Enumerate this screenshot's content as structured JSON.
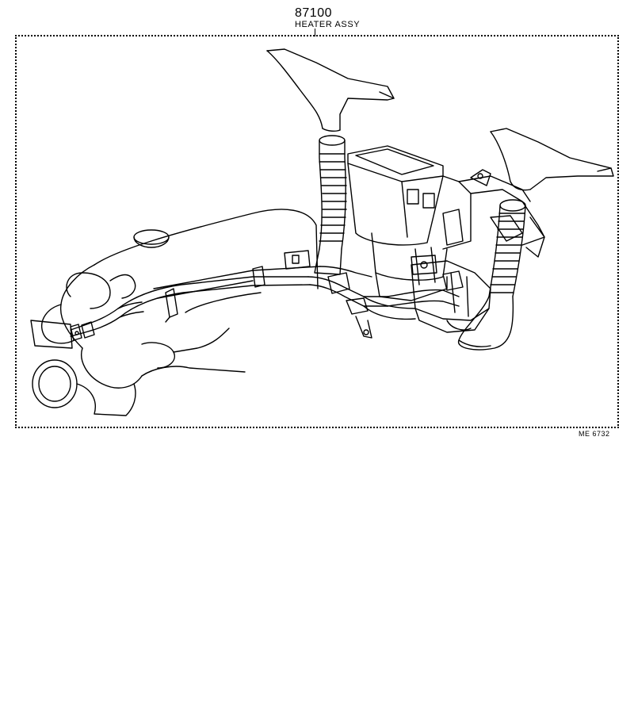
{
  "callout": {
    "part_number": "87100",
    "part_name": "HEATER ASSY"
  },
  "reference_code": "ME 6732",
  "colors": {
    "ink": "#000000",
    "paper": "#ffffff"
  }
}
